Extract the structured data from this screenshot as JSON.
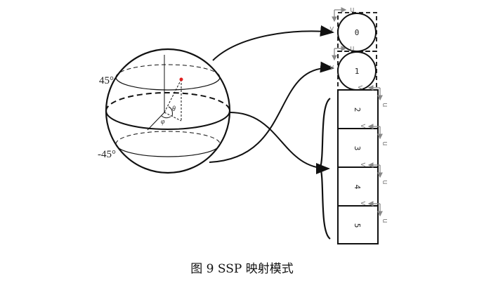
{
  "figure": {
    "caption": "图 9 SSP 映射模式",
    "sphere": {
      "lat_top_label": "45°",
      "lat_bottom_label": "-45°",
      "theta_label": "θ",
      "phi_label": "φ",
      "point_color": "#e02020"
    },
    "faces": [
      "0",
      "1",
      "2",
      "3",
      "4",
      "5"
    ],
    "axis_u": "u",
    "axis_v": "v",
    "axis_color": "#888888"
  }
}
